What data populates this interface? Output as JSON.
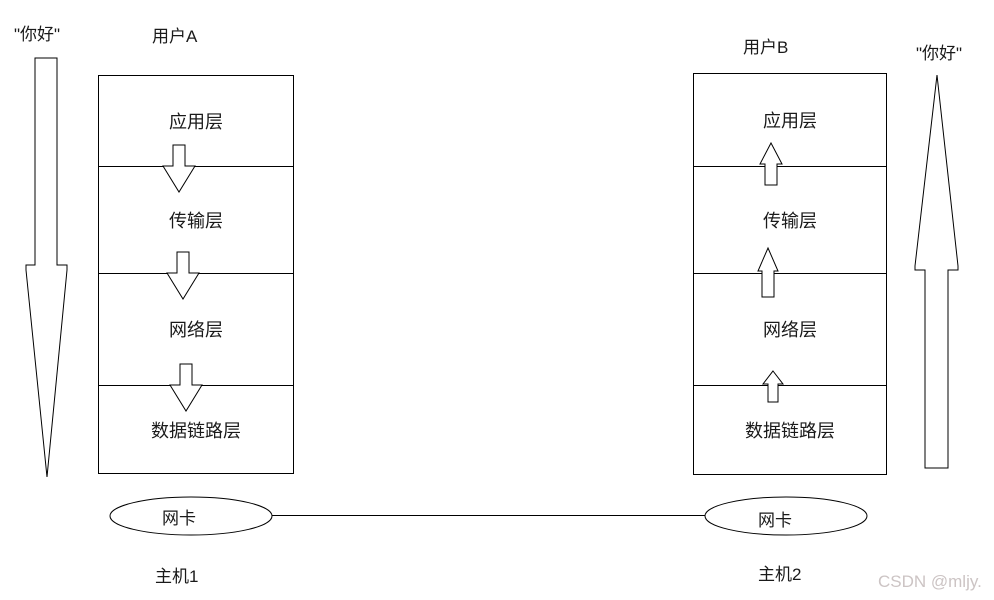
{
  "page": {
    "background": "#ffffff",
    "ink": "#000000"
  },
  "greetings": {
    "left": "\"你好\"",
    "right": "\"你好\""
  },
  "hosts": {
    "left": {
      "user": "用户A",
      "host": "主机1",
      "nic": "网卡",
      "flow_direction": "down",
      "layers": [
        "应用层",
        "传输层",
        "网络层",
        "数据链路层"
      ]
    },
    "right": {
      "user": "用户B",
      "host": "主机2",
      "nic": "网卡",
      "flow_direction": "up",
      "layers": [
        "应用层",
        "传输层",
        "网络层",
        "数据链路层"
      ]
    }
  },
  "watermark": {
    "text": "CSDN @mljy.",
    "color": "#ccc4c4"
  },
  "icons": {
    "left_message_flow": "big-down-arrow-icon",
    "right_message_flow": "big-up-arrow-icon",
    "left_inter_layer": "small-down-arrow-icon",
    "right_inter_layer": "small-up-arrow-icon",
    "nic_shape": "ellipse",
    "physical_link": "horizontal-line"
  }
}
